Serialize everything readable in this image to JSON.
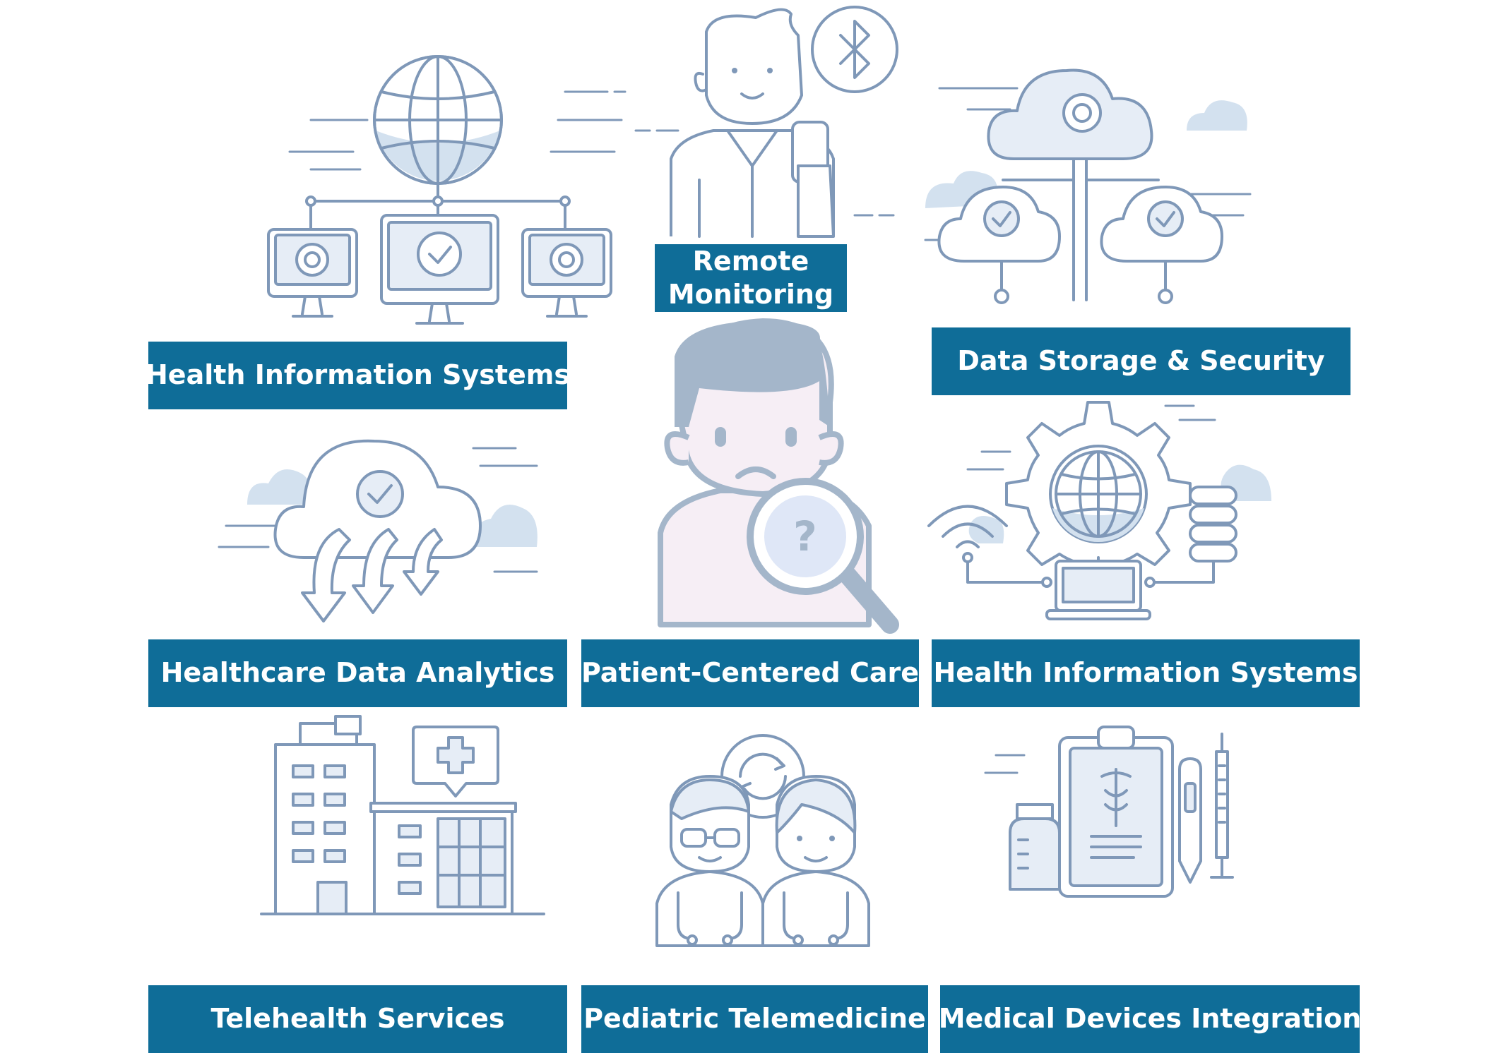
{
  "labels": {
    "his_top": "Health Information Systems",
    "remote_monitoring_line1": "Remote",
    "remote_monitoring_line2": "Monitoring",
    "data_storage": "Data Storage & Security",
    "analytics": "Healthcare Data Analytics",
    "patient_care": "Patient-Centered Care",
    "his_mid": "Health Information Systems",
    "telehealth": "Telehealth Services",
    "pediatric": "Pediatric Telemedicine",
    "devices": "Medical Devices Integration"
  },
  "glyphs": {
    "question_mark": "?",
    "bluetooth": "ᛒ"
  },
  "colors": {
    "label_bg": "#0f6d98",
    "label_text": "#ffffff",
    "line": "#7f98b8",
    "light_fill": "#e6edf6",
    "mid_fill": "#c9d9ea",
    "patient_skin": "#f6eef5",
    "patient_hair": "#a4b6ca"
  }
}
